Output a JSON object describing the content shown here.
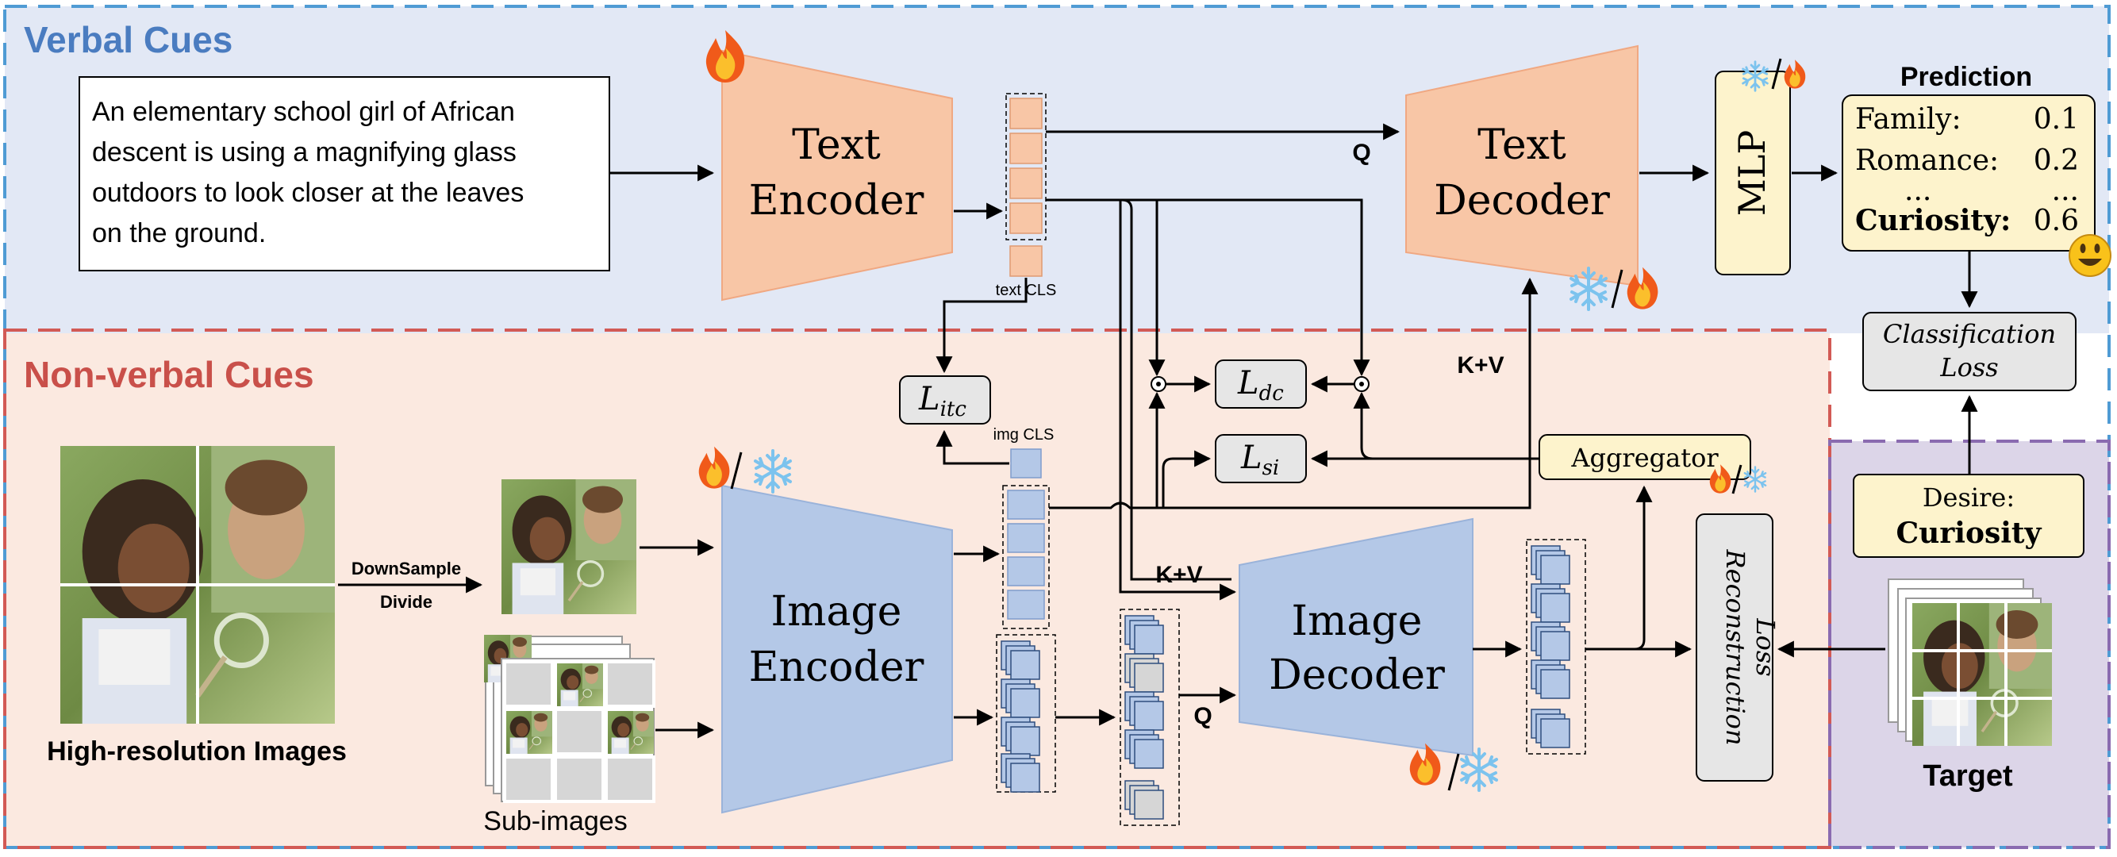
{
  "sections": {
    "verbal": "Verbal Cues",
    "nonverbal": "Non-verbal Cues"
  },
  "caption": "An elementary school girl of African descent is using a magnifying glass outdoors to look closer at the leaves on the ground.",
  "caption_lines": [
    "An elementary school girl of African",
    "descent is using a magnifying glass",
    "outdoors to look closer at the leaves",
    "on the ground."
  ],
  "text_encoder": [
    "Text",
    "Encoder"
  ],
  "text_decoder": [
    "Text",
    "Decoder"
  ],
  "image_encoder": [
    "Image",
    "Encoder"
  ],
  "image_decoder": [
    "Image",
    "Decoder"
  ],
  "mlp": "MLP",
  "prediction": {
    "title": "Prediction",
    "rows": [
      {
        "label": "Family:",
        "value": "0.1",
        "bold": false
      },
      {
        "label": "Romance:",
        "value": "0.2",
        "bold": false
      },
      {
        "label": "...",
        "value": "...",
        "bold": false
      },
      {
        "label": "Curiosity:",
        "value": "0.6",
        "bold": true
      }
    ]
  },
  "classification_loss": [
    "Classification",
    "Loss"
  ],
  "reconstruction_loss": [
    "Reconstruction",
    "Loss"
  ],
  "desire": {
    "label": "Desire:",
    "value": "Curiosity"
  },
  "aggregator": "Aggregator",
  "losses": {
    "itc": {
      "main": "L",
      "sub": "itc"
    },
    "dc": {
      "main": "L",
      "sub": "dc"
    },
    "si": {
      "main": "L",
      "sub": "si"
    }
  },
  "labels": {
    "text_cls": "text CLS",
    "img_cls": "img CLS",
    "q1": "Q",
    "q2": "Q",
    "kv1": "K+V",
    "kv2": "K+V",
    "downsample": "DownSample",
    "divide": "Divide",
    "hr_images": "High-resolution Images",
    "sub_images": "Sub-images",
    "target": "Target"
  },
  "colors": {
    "verbal_bg": "#e2e8f5",
    "verbal_border": "#4f9bd4",
    "nonverbal_bg": "#fbe9e0",
    "nonverbal_border": "#d25a55",
    "target_bg": "#dcd5e8",
    "target_border": "#8a6bb0",
    "text_block": "#f8c6a6",
    "image_block": "#b4c8e7",
    "yellow_box": "#fdf3cc",
    "gray_box": "#e6e6e6"
  },
  "icons": [
    "fire-icon",
    "snowflake-icon",
    "smile-icon"
  ]
}
